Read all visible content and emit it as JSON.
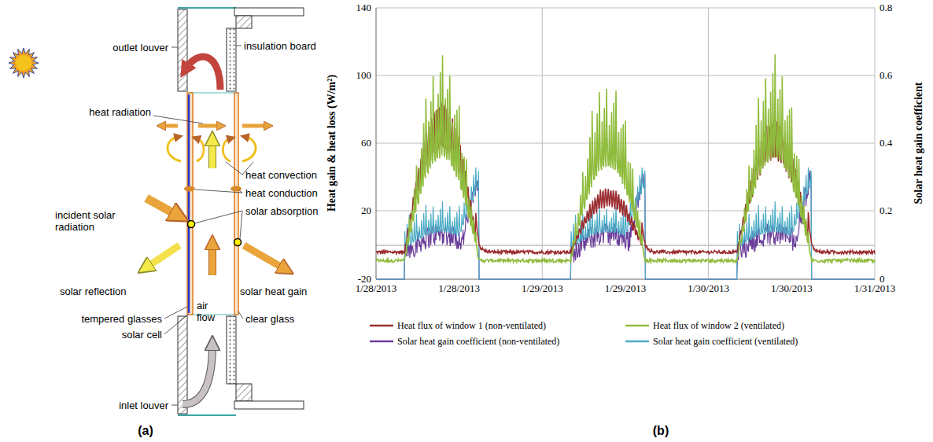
{
  "diagram": {
    "labels": [
      "outlet louver",
      "insulation board",
      "heat radiation",
      "heat convection",
      "heat conduction",
      "incident solar radiation",
      "solar absorption",
      "solar reflection",
      "air flow",
      "solar heat gain",
      "tempered glasses",
      "solar cell",
      "clear glass",
      "inlet louver",
      "(a)",
      "Heat gain & heat loss (W/m²)",
      "Solar heat gain coefficient",
      "140",
      "100",
      "60",
      "20",
      "-20",
      "0.8",
      "0.6",
      "0.4",
      "0.2",
      "0",
      "1/28/2013",
      "1/28/2013",
      "1/29/2013",
      "1/29/2013",
      "1/30/2013",
      "1/30/2013",
      "1/31/2013",
      "(b)"
    ],
    "legend": [
      {
        "text": "Heat flux of window 1 (non-ventilated)"
      },
      {
        "text": "Heat flux of window 2 (ventilated)"
      },
      {
        "text": "Solar heat gain coefficient (non-ventilated)"
      },
      {
        "text": "Solar heat gain coefficient (ventilated)"
      }
    ]
  }
}
